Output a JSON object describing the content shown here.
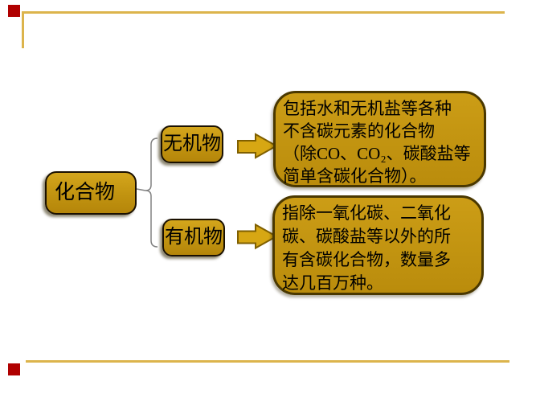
{
  "slide": {
    "decorations": {
      "red_square_color": "#B00000",
      "gold_line_color": "#DCB44C"
    },
    "diagram": {
      "root_label": "化合物",
      "branch1_label": "无机物",
      "branch2_label": "有机物",
      "node_fill_color": "#C19310",
      "arrow_fill_color": "#D7A713",
      "arrow_outline_color": "#7F5F00",
      "brace_color": "#808080",
      "box1_lines": {
        "l1": "包括水和无机盐等各种",
        "l2": "不含碳元素的化合物",
        "l3": "（除CO、CO₂、碳酸盐等",
        "l4": "简单含碳化合物）。"
      },
      "box2_lines": {
        "l1": "指除一氧化碳、二氧化",
        "l2": "碳、碳酸盐等以外的所",
        "l3": "有含碳化合物，数量多",
        "l4": "达几百万种。"
      }
    }
  }
}
